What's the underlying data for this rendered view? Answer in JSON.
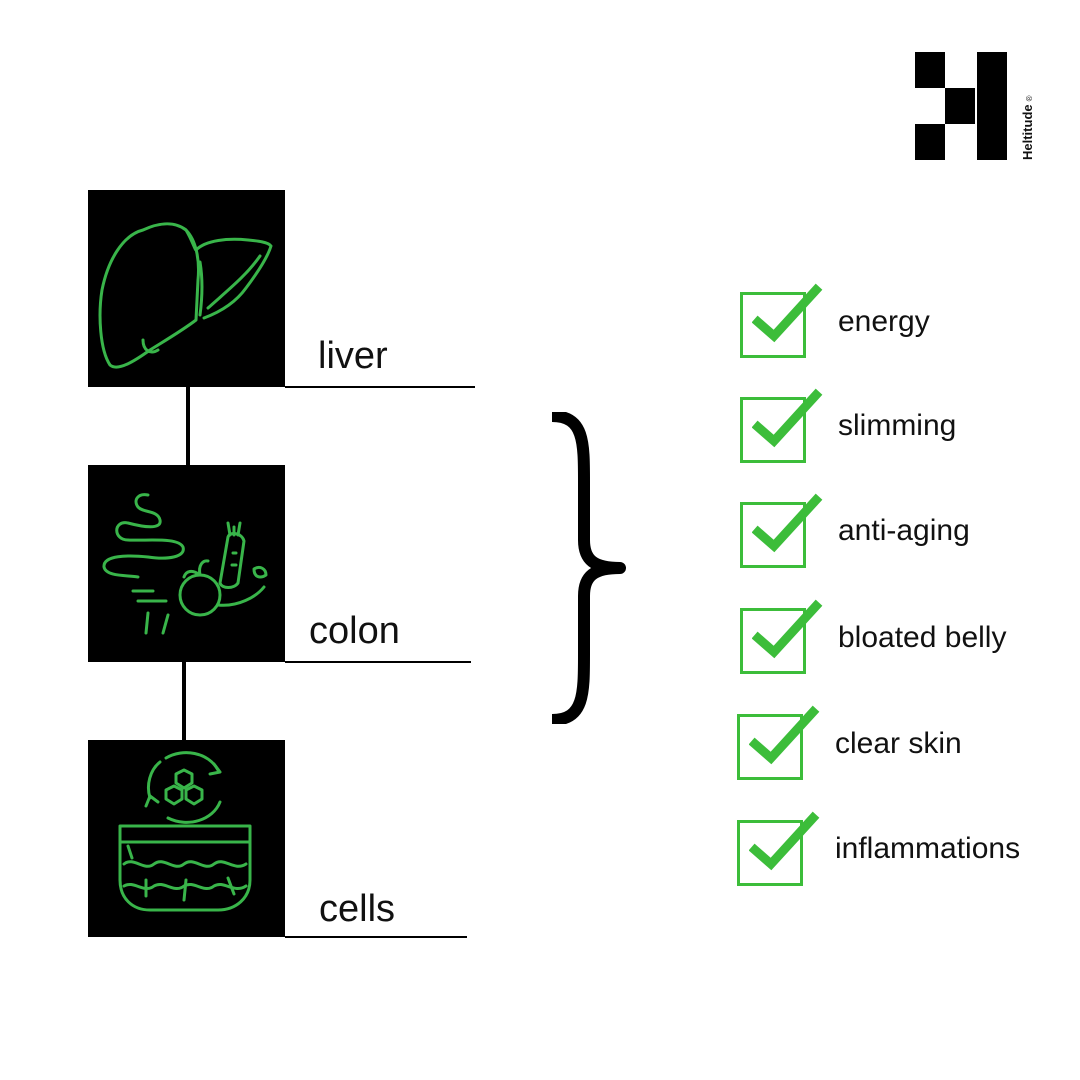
{
  "brand": {
    "name": "Heltitude",
    "mark": "®"
  },
  "organs": [
    {
      "label": "liver",
      "icon": "liver-icon"
    },
    {
      "label": "colon",
      "icon": "colon-food-icon"
    },
    {
      "label": "cells",
      "icon": "cells-regeneration-icon"
    }
  ],
  "benefits": [
    {
      "label": "energy"
    },
    {
      "label": "slimming"
    },
    {
      "label": "anti-aging"
    },
    {
      "label": "bloated belly"
    },
    {
      "label": "clear skin"
    },
    {
      "label": "inflammations"
    }
  ],
  "colors": {
    "accent_green": "#3cbd3a",
    "icon_green": "#39b54a",
    "dark": "#000000"
  },
  "bracket_icon": "right-curly-brace-icon"
}
